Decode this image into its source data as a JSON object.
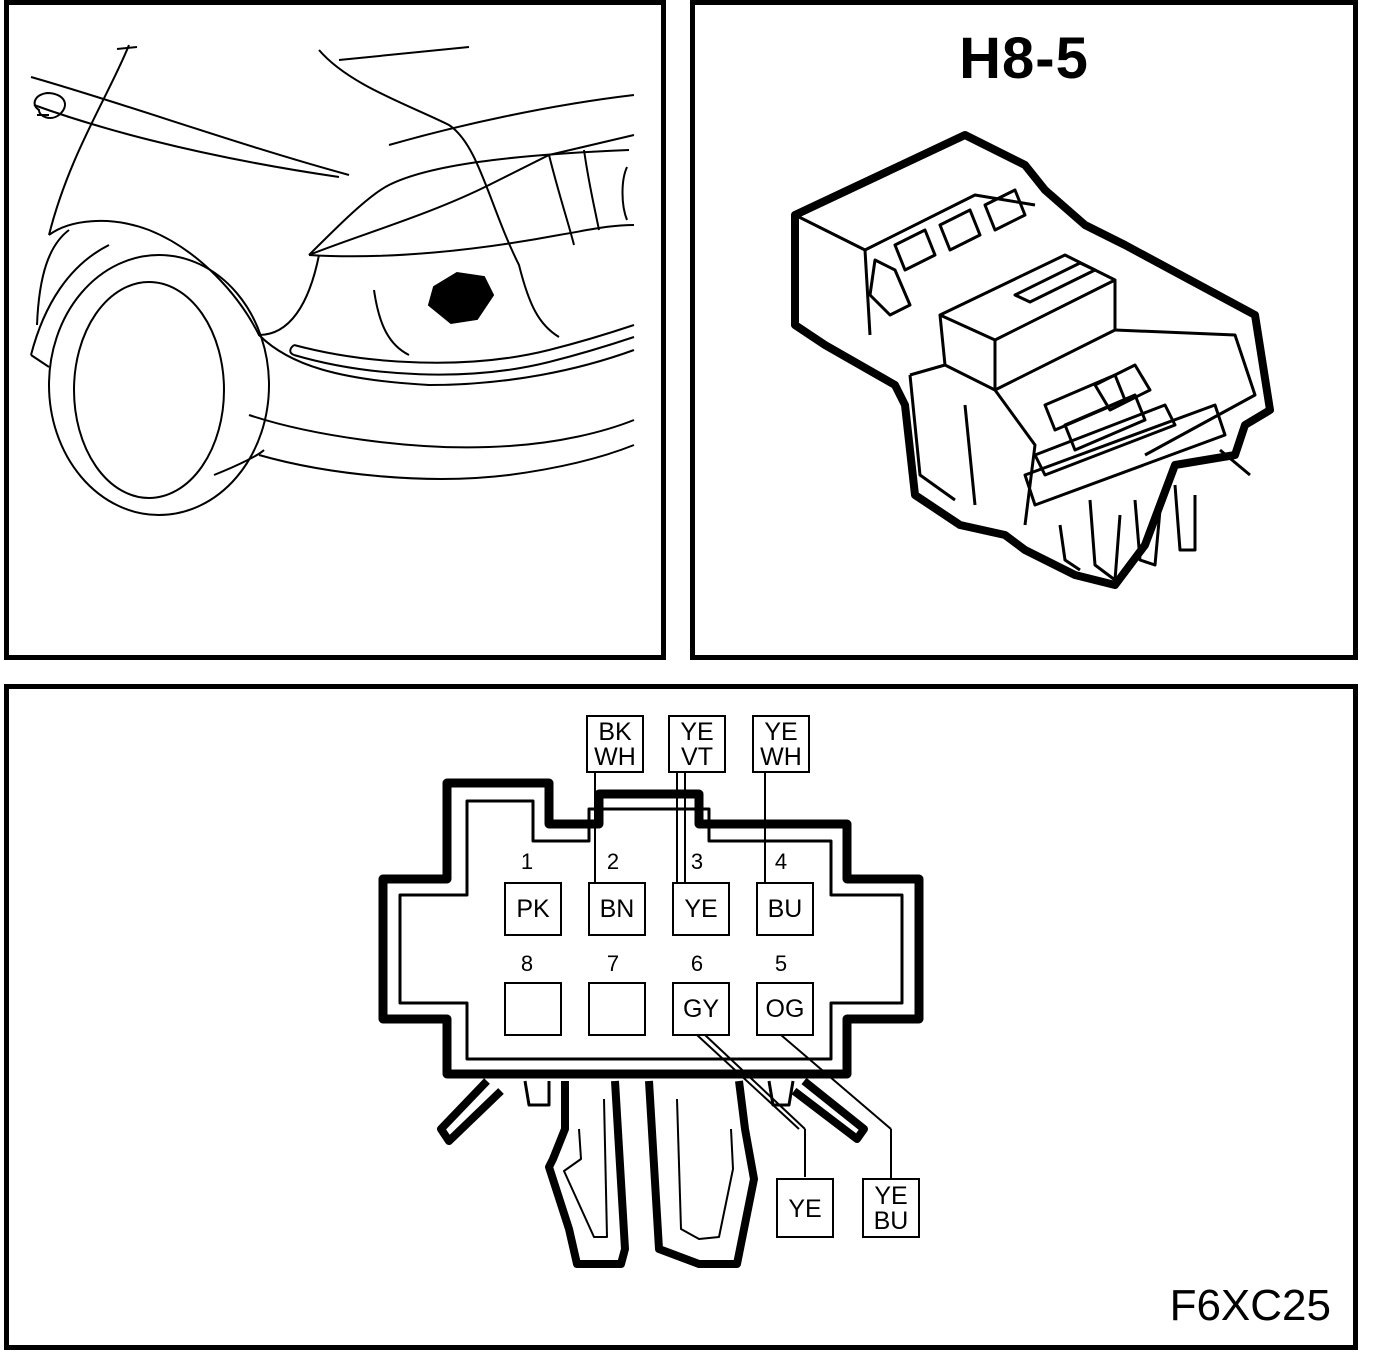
{
  "connector_id": "H8-5",
  "figure_code": "F6XC25",
  "pins": [
    {
      "num": "1",
      "color": "PK"
    },
    {
      "num": "2",
      "color": "BN"
    },
    {
      "num": "3",
      "color": "YE"
    },
    {
      "num": "4",
      "color": "BU"
    },
    {
      "num": "8",
      "color": ""
    },
    {
      "num": "7",
      "color": ""
    },
    {
      "num": "6",
      "color": "GY"
    },
    {
      "num": "5",
      "color": "OG"
    }
  ],
  "wires": [
    {
      "pin": "2",
      "line1": "BK",
      "line2": "WH"
    },
    {
      "pin": "3",
      "line1": "YE",
      "line2": "VT"
    },
    {
      "pin": "4",
      "line1": "YE",
      "line2": "WH"
    },
    {
      "pin": "6",
      "line1": "YE",
      "line2": ""
    },
    {
      "pin": "5",
      "line1": "YE",
      "line2": "BU"
    }
  ]
}
